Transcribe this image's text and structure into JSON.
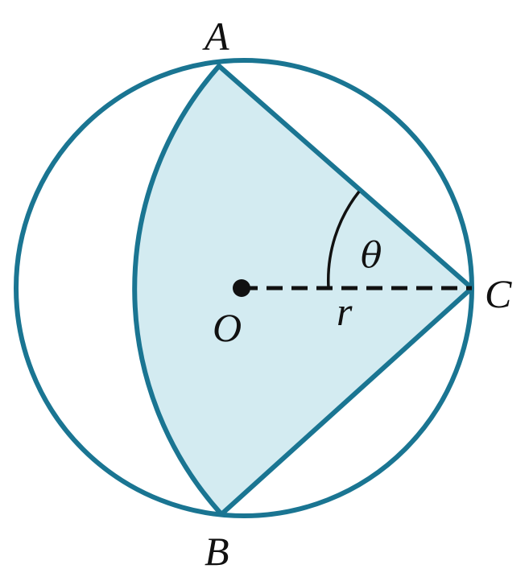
{
  "diagram": {
    "labels": {
      "A": "A",
      "B": "B",
      "C": "C",
      "O": "O",
      "r": "r",
      "theta": "θ"
    },
    "colors": {
      "circle_stroke": "#1a7592",
      "sector_fill": "#d3ebf1",
      "ink": "#111111"
    }
  }
}
